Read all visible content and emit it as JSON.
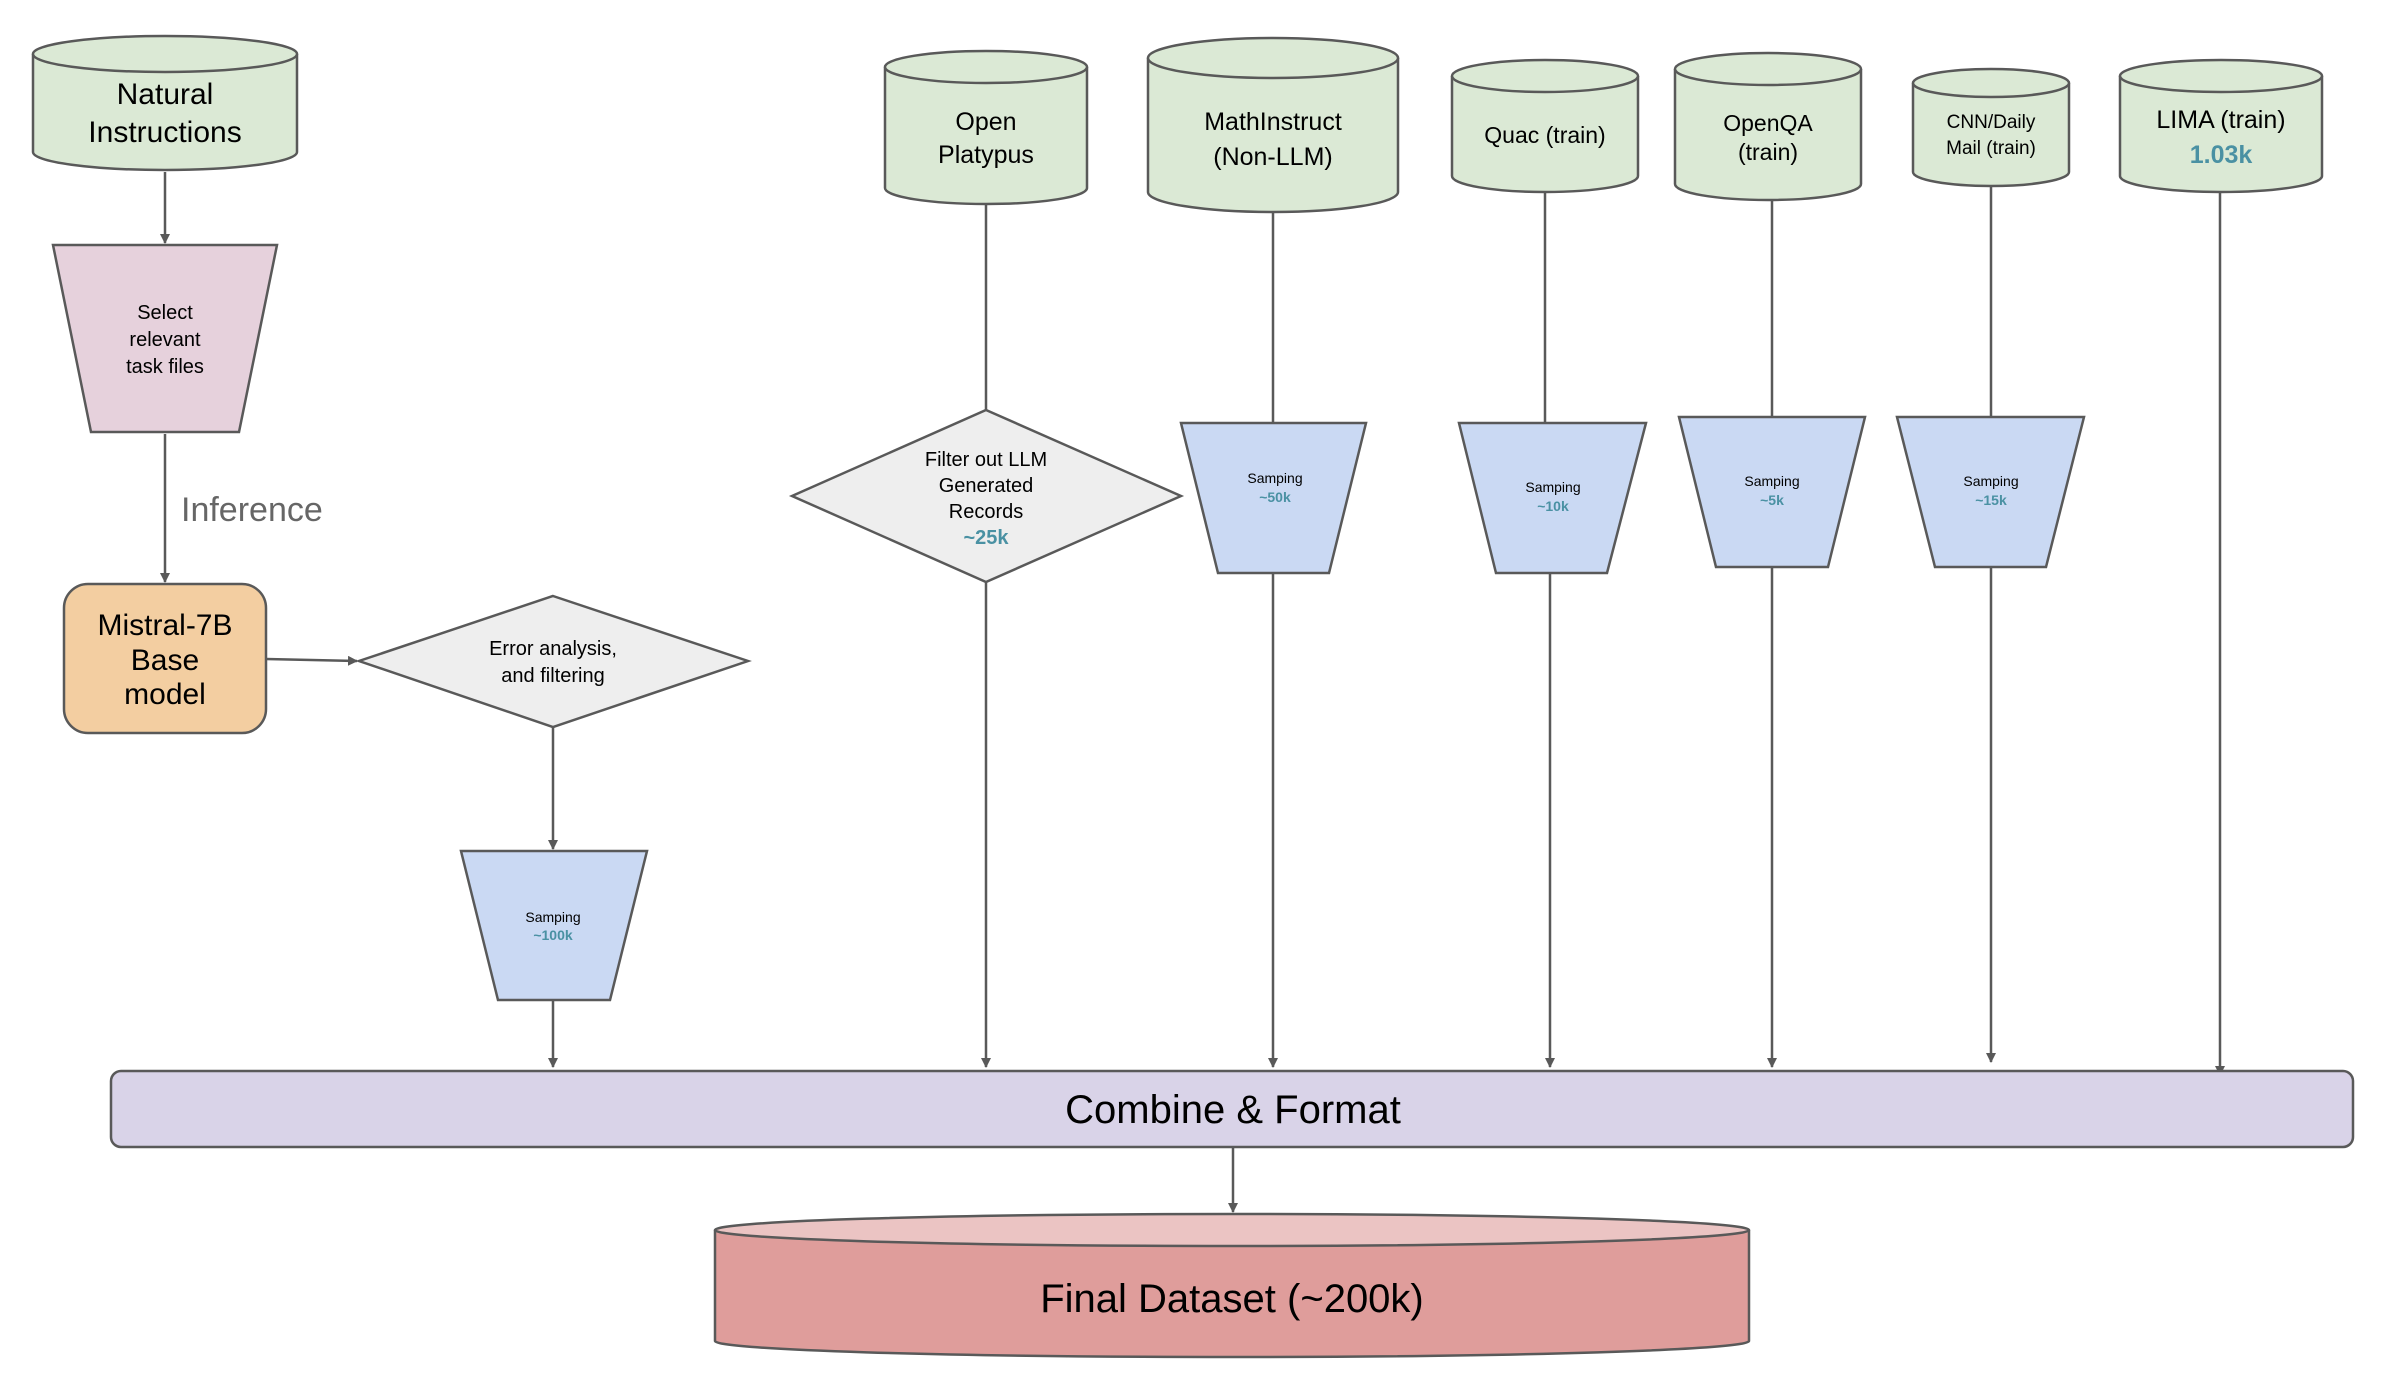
{
  "colors": {
    "source": "#dbe9d5",
    "sampling": "#cad9f3",
    "decision": "#eeeeee",
    "select": "#e6d1dc",
    "model": "#f3cea1",
    "combine": "#d9d3e8",
    "final": "#df9d9b",
    "accent": "#4a91a3",
    "line": "#595959"
  },
  "natural_instructions": {
    "line1": "Natural",
    "line2": "Instructions"
  },
  "select_files": {
    "line1": "Select",
    "line2": "relevant",
    "line3": "task files"
  },
  "inference_label": "Inference",
  "mistral": {
    "line1": "Mistral-7B",
    "line2": "Base",
    "line3": "model"
  },
  "error_analysis": {
    "line1": "Error analysis,",
    "line2": "and filtering"
  },
  "sampling_main": {
    "label": "Samping",
    "count": "~100k"
  },
  "open_platypus": {
    "line1": "Open",
    "line2": "Platypus"
  },
  "filter_llm": {
    "line1": "Filter out LLM",
    "line2": "Generated",
    "line3": "Records",
    "count": "~25k"
  },
  "mathinstruct": {
    "line1": "MathInstruct",
    "line2": "(Non-LLM)",
    "sampling_label": "Samping",
    "sampling_count": "~50k"
  },
  "quac": {
    "line1": "Quac (train)",
    "sampling_label": "Samping",
    "sampling_count": "~10k"
  },
  "openqa": {
    "line1": "OpenQA",
    "line2": "(train)",
    "sampling_label": "Samping",
    "sampling_count": "~5k"
  },
  "cnn": {
    "line1": "CNN/Daily",
    "line2": "Mail (train)",
    "sampling_label": "Samping",
    "sampling_count": "~15k"
  },
  "lima": {
    "line1": "LIMA (train)",
    "count": "1.03k"
  },
  "combine_label": "Combine & Format",
  "final_label": "Final Dataset (~200k)"
}
